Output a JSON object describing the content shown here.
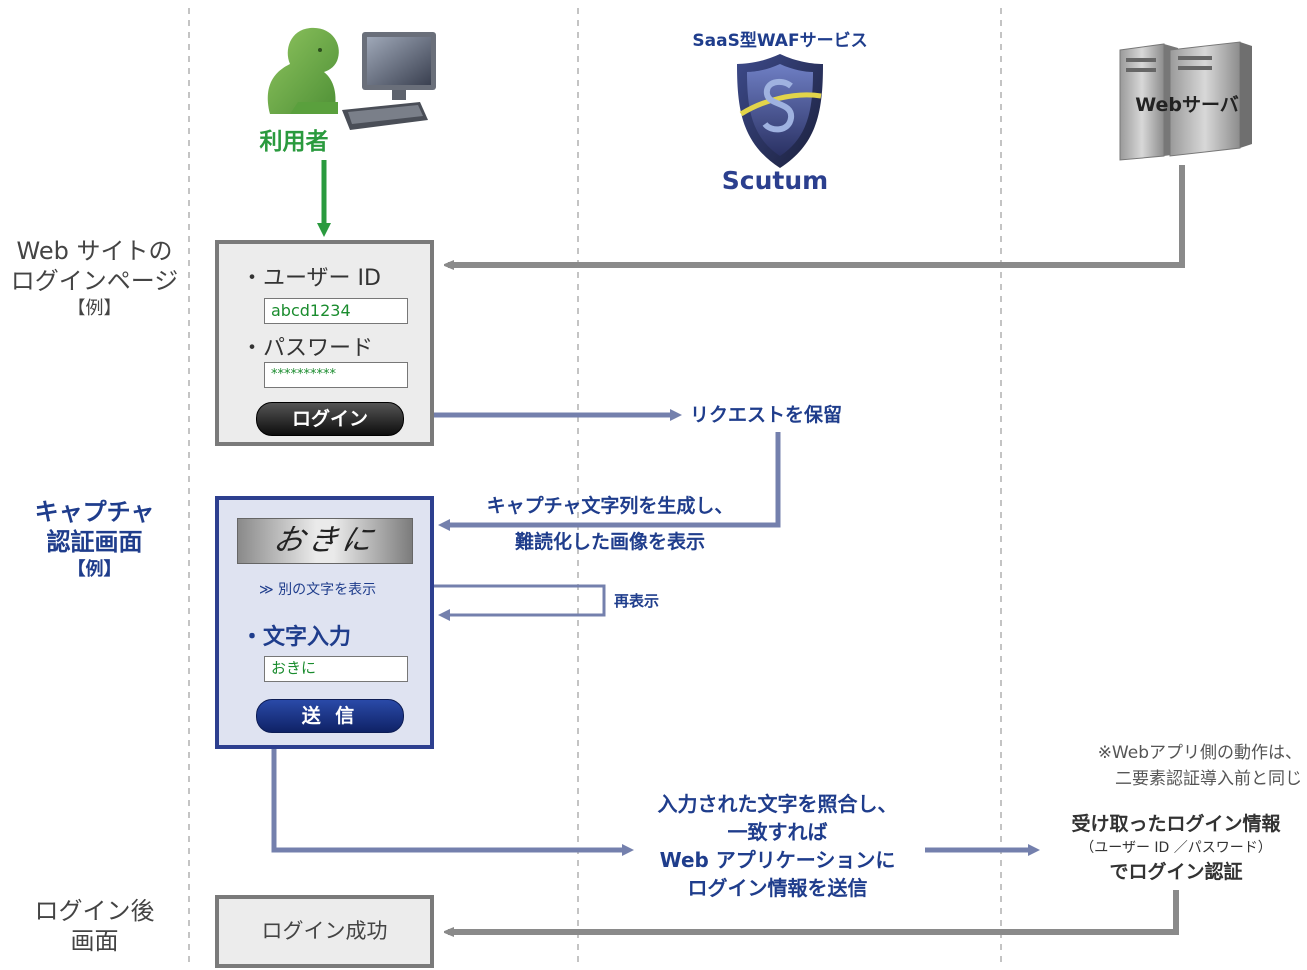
{
  "actors": {
    "user": "利用者",
    "waf_service": "SaaS型WAFサービス",
    "waf_brand": "Scutum",
    "web_server": "Webサーバ"
  },
  "rows": {
    "login_page": {
      "line1": "Web サイトの",
      "line2": "ログインページ",
      "example": "【例】"
    },
    "captcha_page": {
      "line1": "キャプチャ",
      "line2": "認証画面",
      "example": "【例】"
    },
    "after_login": {
      "line1": "ログイン後",
      "line2": "画面"
    }
  },
  "login_form": {
    "user_id_label": "・ユーザー ID",
    "user_id_value": "abcd1234",
    "password_label": "・パスワード",
    "password_value": "**********",
    "login_button": "ログイン"
  },
  "captcha_form": {
    "captcha_text": "おきに",
    "refresh_link": "≫ 別の文字を表示",
    "input_label": "・文字入力",
    "input_value": "おきに",
    "submit_button": "送 信"
  },
  "success_box": "ログイン成功",
  "annotations": {
    "hold_request": "リクエストを保留",
    "generate_line1": "キャプチャ文字列を生成し、",
    "generate_line2": "難読化した画像を表示",
    "redisplay": "再表示",
    "verify_line1": "入力された文字を照合し、",
    "verify_line2": "一致すれば",
    "verify_line3": "Web アプリケーションに",
    "verify_line4": "ログイン情報を送信",
    "note_line1": "※Webアプリ側の動作は、",
    "note_line2": "二要素認証導入前と同じ",
    "server_line1": "受け取ったログイン情報",
    "server_line2": "（ユーザー ID ／パスワード）",
    "server_line3": "でログイン認証"
  },
  "colors": {
    "green": "#2a9a3e",
    "navy": "#1f3d8c",
    "arrow_blue": "#7480ad",
    "arrow_gray": "#8a8a8a",
    "captcha_bg": "#dfe3f1"
  }
}
